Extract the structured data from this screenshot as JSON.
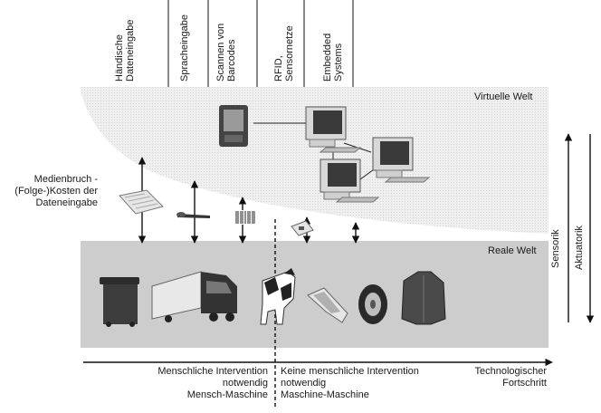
{
  "columns": [
    {
      "line1": "Händische",
      "line2": "Dateneingabe"
    },
    {
      "line1": "Spracheingabe",
      "line2": ""
    },
    {
      "line1": "Scannen von",
      "line2": "Barcodes"
    },
    {
      "line1": "RFID,",
      "line2": "Sensornetze"
    },
    {
      "line1": "Embedded",
      "line2": "Systems"
    }
  ],
  "worlds": {
    "virtual": "Virtuelle Welt",
    "real": "Reale Welt"
  },
  "media_break": {
    "line1": "Medienbruch -",
    "line2": "(Folge-)Kosten der",
    "line3": "Dateneingabe"
  },
  "side_axes": {
    "sensorik": "Sensorik",
    "aktuatorik": "Aktuatorik"
  },
  "bottom": {
    "left_line1": "Menschliche Intervention",
    "left_line2": "notwendig",
    "left_line3": "Mensch-Maschine",
    "right_line1": "Keine menschliche Intervention",
    "right_line2": "notwendig",
    "right_line3": "Maschine-Maschine",
    "progress_line1": "Technologischer",
    "progress_line2": "Fortschritt"
  },
  "colors": {
    "virtual_fill": "#ececec",
    "real_fill": "#cdcdcd",
    "line": "#111111"
  }
}
